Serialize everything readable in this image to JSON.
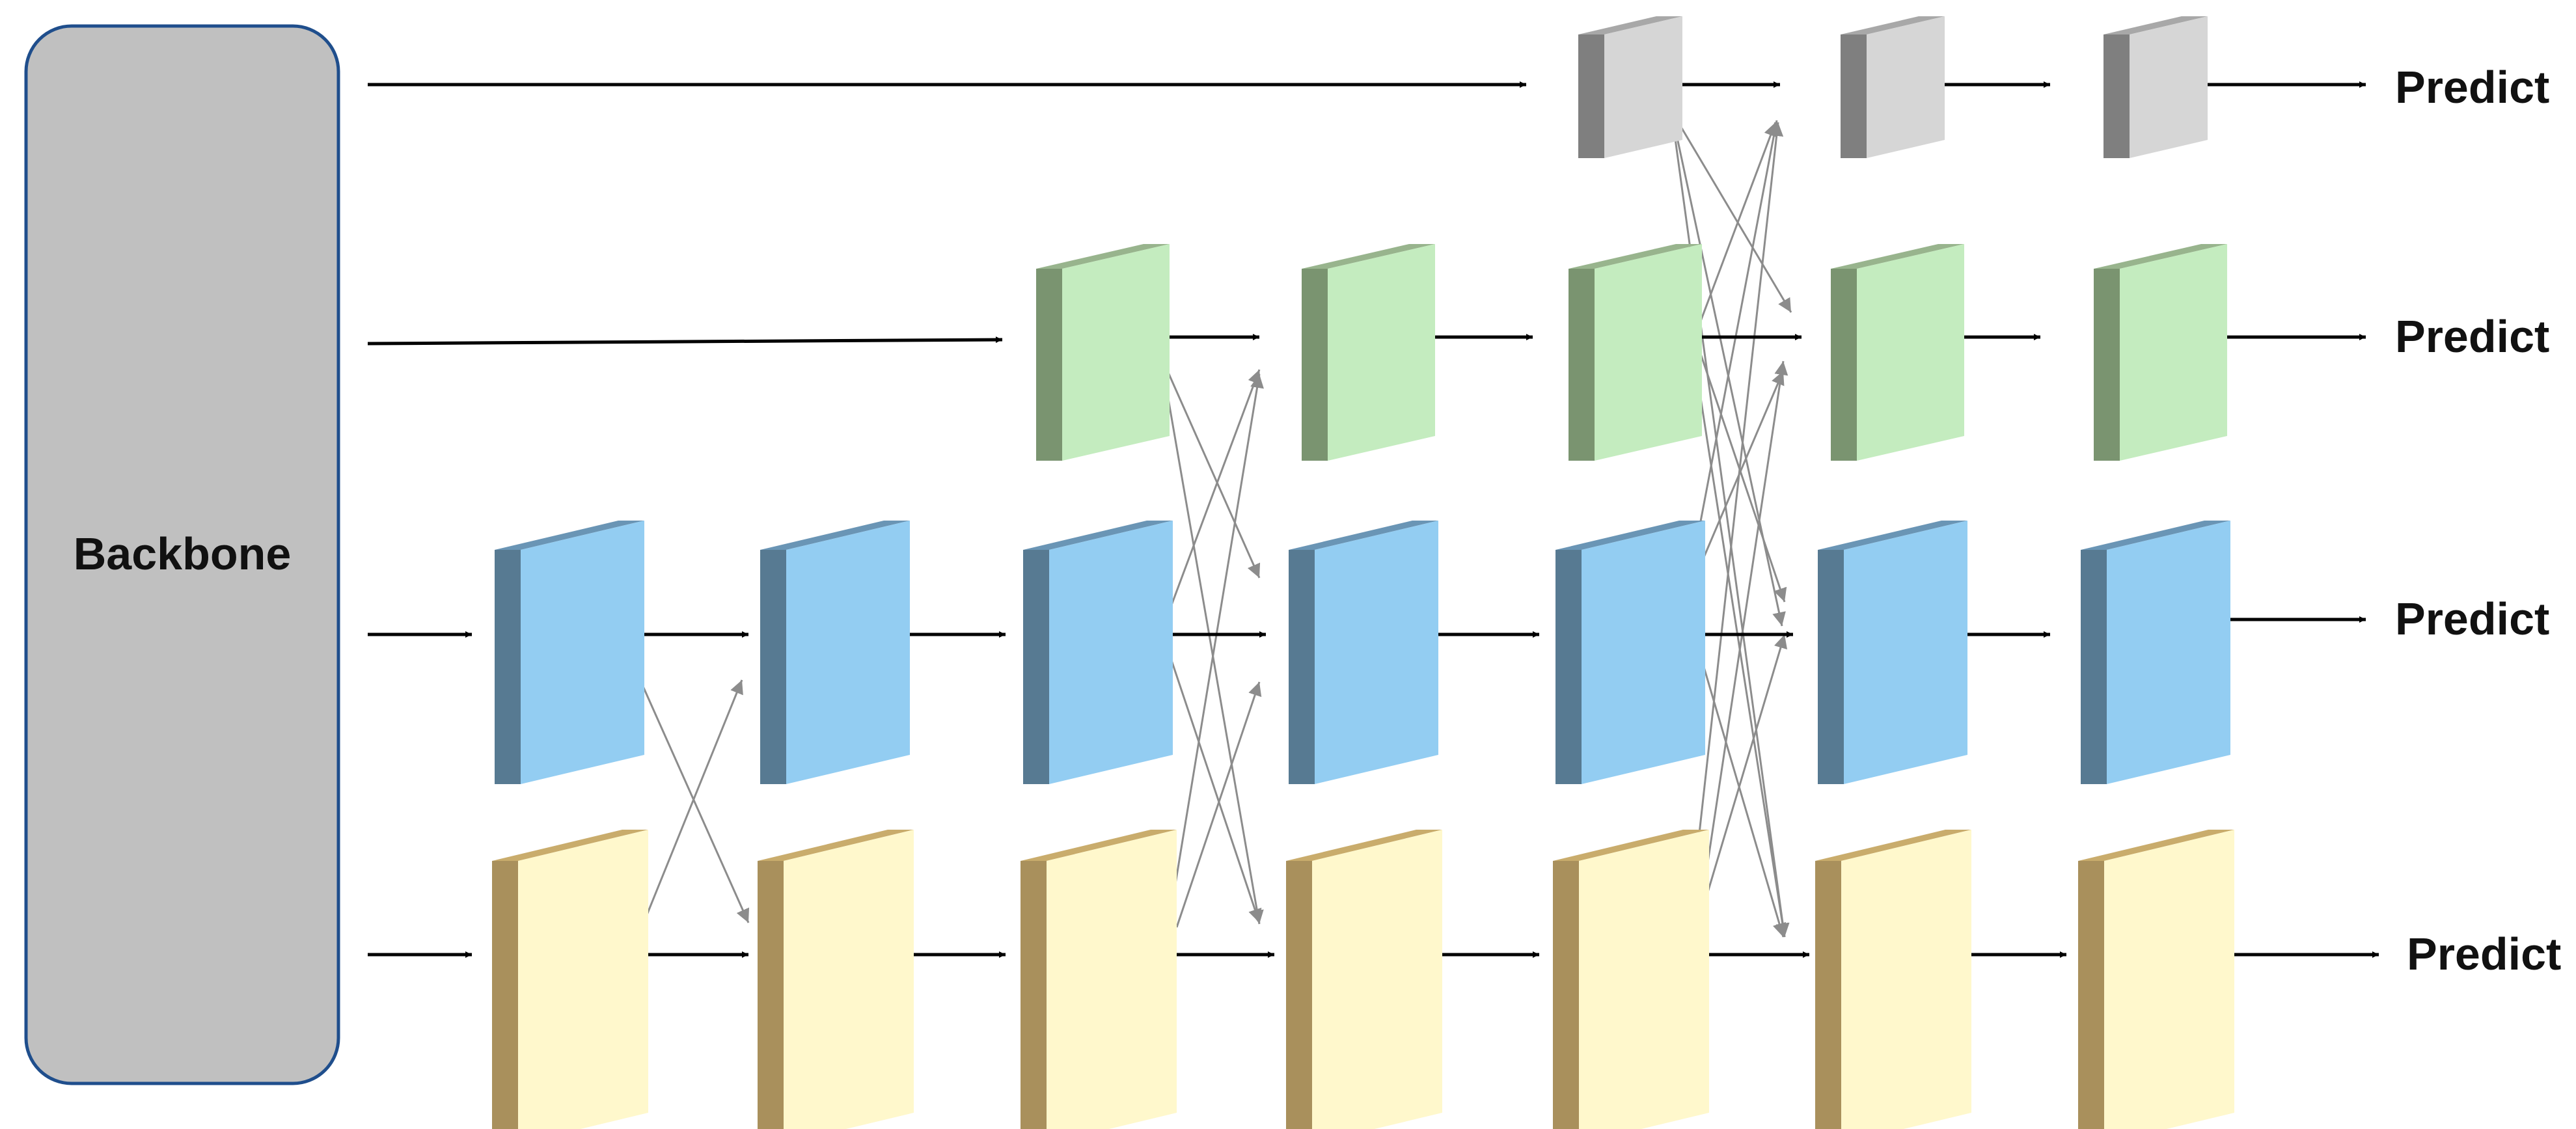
{
  "backbone": {
    "label": "Backbone",
    "fill": "#c0c0c0",
    "border": "#1f4e8c"
  },
  "output_label": "Predict",
  "levels": [
    {
      "name": "level-4-gray",
      "count": 3,
      "front": "#d6d6d6",
      "side": "#7f7f7f",
      "top": "#a8a8a8"
    },
    {
      "name": "level-3-green",
      "count": 5,
      "front": "#c4ecbf",
      "side": "#7a9470",
      "top": "#98b48d"
    },
    {
      "name": "level-2-blue",
      "count": 7,
      "front": "#93cdf2",
      "side": "#577a92",
      "top": "#6a95b5"
    },
    {
      "name": "level-1-yellow",
      "count": 7,
      "front": "#fff8cc",
      "side": "#a9905c",
      "top": "#c9ac6c"
    }
  ],
  "colors": {
    "main_arrow": "#000000",
    "cross_arrow": "#8c8c8c"
  }
}
